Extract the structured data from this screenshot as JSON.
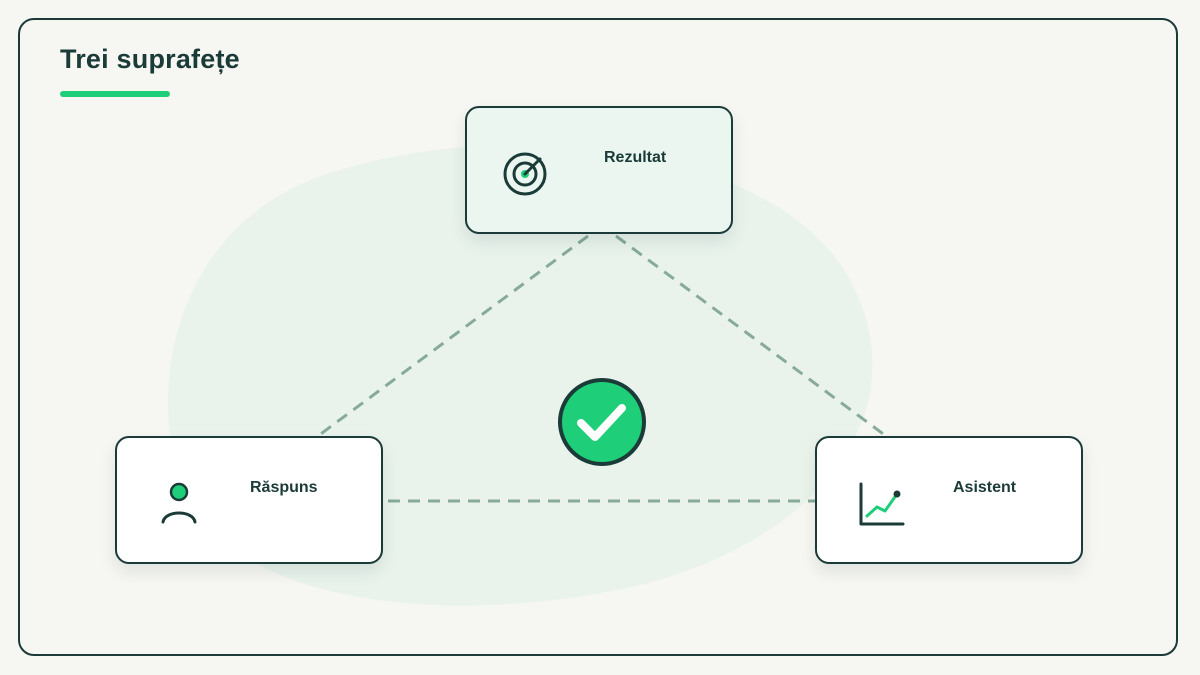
{
  "title": "Trei suprafețe",
  "nodes": {
    "top": {
      "label": "Rezultat",
      "icon": "target-icon"
    },
    "left": {
      "label": "Răspuns",
      "icon": "user-icon"
    },
    "right": {
      "label": "Asistent",
      "icon": "line-chart-icon"
    }
  },
  "center_icon": "checkmark-circle-icon",
  "colors": {
    "dark": "#1b3b38",
    "accent": "#1fce78",
    "dashed_line": "#86ab98",
    "blob": "#e9f3ec",
    "background": "#f6f6f2"
  }
}
